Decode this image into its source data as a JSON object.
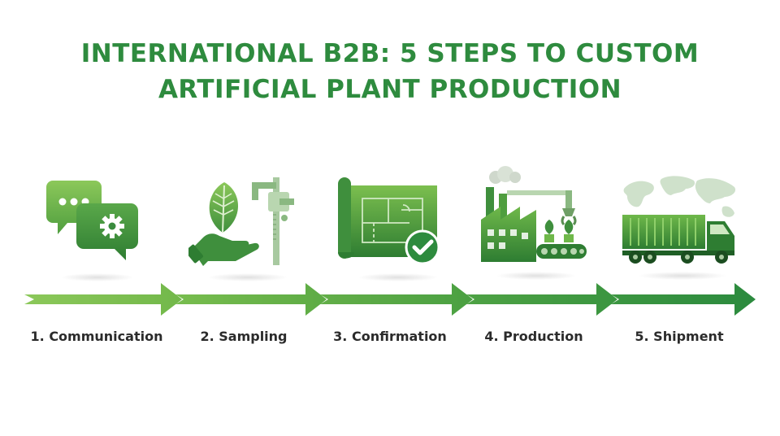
{
  "title": {
    "line1": "INTERNATIONAL B2B: 5 STEPS TO CUSTOM",
    "line2": "ARTIFICIAL PLANT PRODUCTION"
  },
  "colors": {
    "title": "#2e8b3e",
    "arrow_light": "#7cc04f",
    "arrow_dark": "#2b8a3e",
    "label": "#2b2b2b"
  },
  "steps": [
    {
      "label": "1. Communication",
      "icon": "chat-bubbles-gear-icon"
    },
    {
      "label": "2. Sampling",
      "icon": "hand-leaf-caliper-icon"
    },
    {
      "label": "3. Confirmation",
      "icon": "blueprint-checkmark-icon"
    },
    {
      "label": "4. Production",
      "icon": "factory-conveyor-icon"
    },
    {
      "label": "5. Shipment",
      "icon": "container-truck-world-map-icon"
    }
  ]
}
